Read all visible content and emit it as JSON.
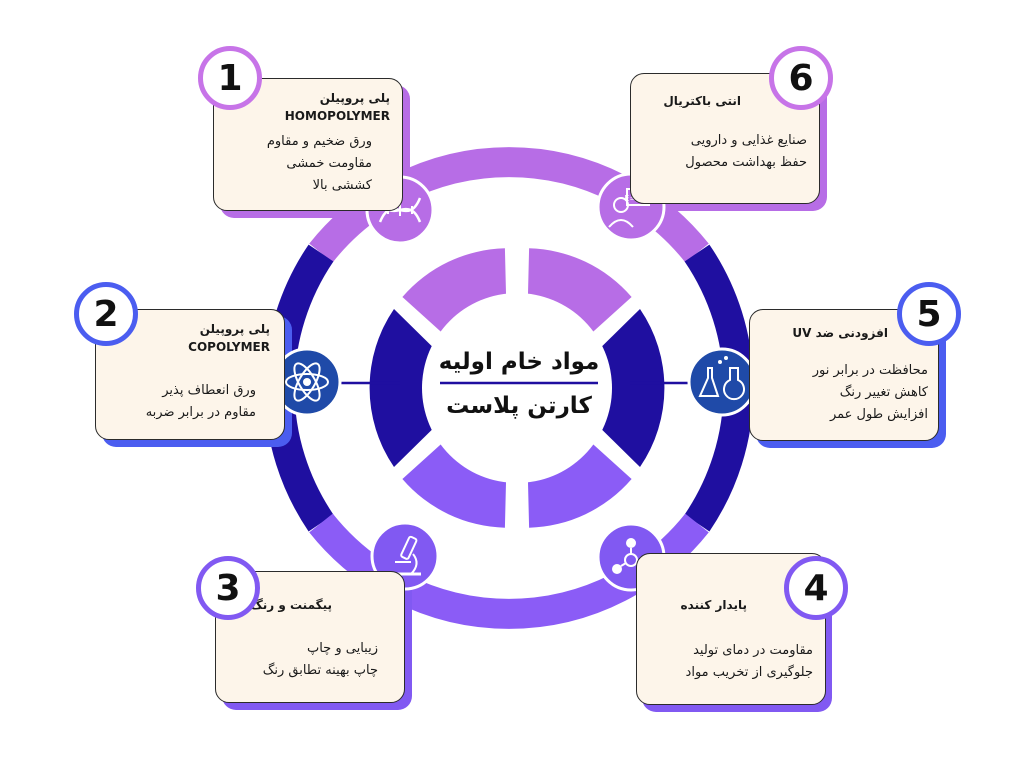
{
  "center": {
    "line1": "مواد خام اولیه",
    "line2": "کارتن پلاست"
  },
  "colors": {
    "purple_light": "#b76de6",
    "purple_mid": "#8159f2",
    "navy": "#1f0fa0",
    "blue": "#4b5df0",
    "card_bg": "#fdf5ea"
  },
  "items": [
    {
      "number": "1",
      "title": "پلی پروپیلن",
      "subtitle": "HOMOPOLYMER",
      "lines": [
        "ورق ضخیم و مقاوم",
        "مقاومت خمشی",
        "کششی بالا"
      ],
      "icon": "dna-icon"
    },
    {
      "number": "2",
      "title": "پلی پروپیلن",
      "subtitle": "COPOLYMER",
      "lines": [
        "ورق انعطاف پذیر",
        "مقاوم در برابر ضربه"
      ],
      "icon": "atom-icon"
    },
    {
      "number": "3",
      "title": "پیگمنت و رنگ",
      "lines": [
        "زیبایی و چاپ",
        "چاپ بهینه تطابق رنگ"
      ],
      "icon": "microscope-icon"
    },
    {
      "number": "4",
      "title": "پایدار کننده",
      "lines": [
        "مقاومت در دمای تولید",
        "جلوگیری از تخریب مواد"
      ],
      "icon": "molecule-icon"
    },
    {
      "number": "5",
      "title": "افزودنی ضد UV",
      "lines": [
        "محافظت در برابر نور",
        "کاهش تغییر رنگ",
        "افزایش طول عمر"
      ],
      "icon": "flasks-icon"
    },
    {
      "number": "6",
      "title": "انتی باکتریال",
      "lines": [
        "صنایع غذایی و دارویی",
        "حفظ بهداشت محصول"
      ],
      "icon": "scientist-icon"
    }
  ]
}
